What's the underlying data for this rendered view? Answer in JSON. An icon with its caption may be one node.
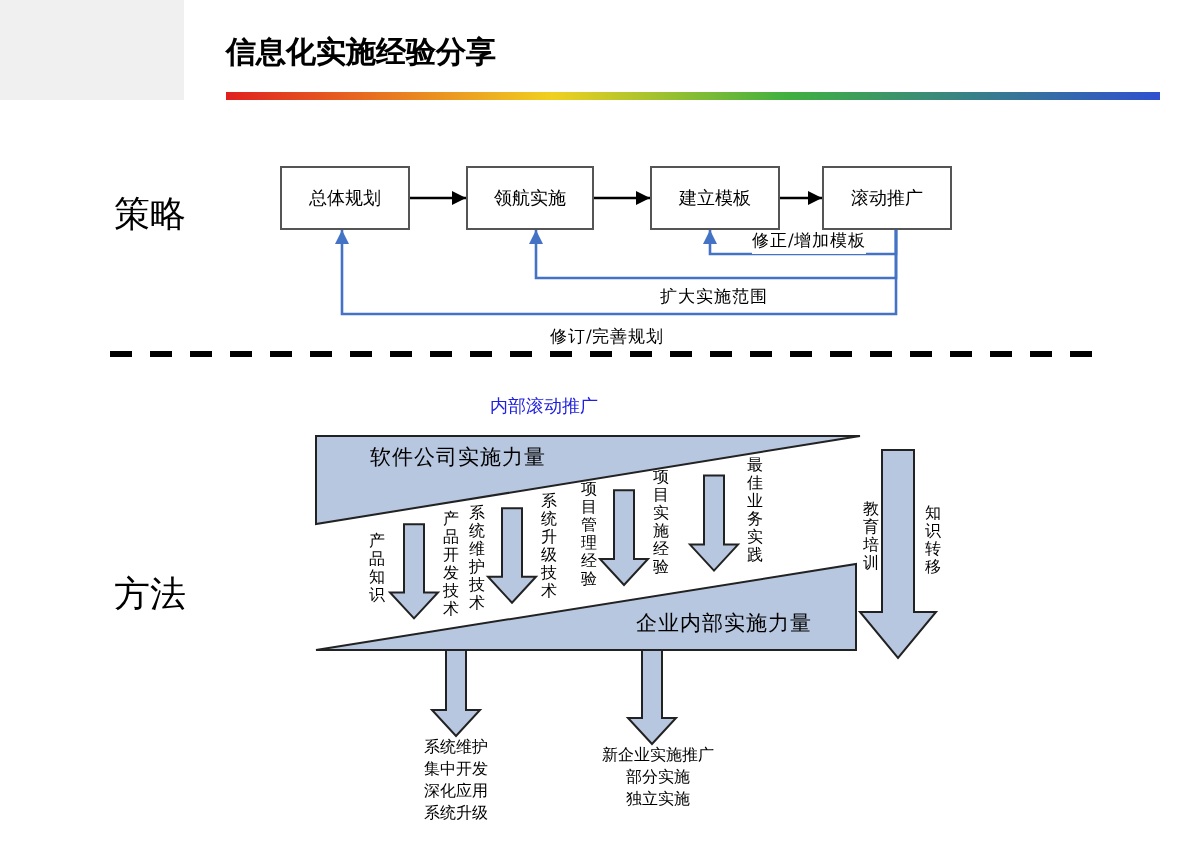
{
  "diagram": {
    "title": "信息化实施经验分享",
    "nodes": [
      {
        "text": [
          "总体规划"
        ]
      },
      {
        "text": [
          "领航实施"
        ]
      },
      {
        "text": [
          "建立模板"
        ]
      },
      {
        "text": [
          "滚动推广"
        ]
      },
      {
        "text": [
          "软件公司实施力量"
        ]
      },
      {
        "text": [
          "企业内部实施力量"
        ]
      },
      {
        "text": [
          "系统维护集中开发深化应用系统升级"
        ]
      },
      {
        "text": [
          "新企业实施推广",
          "部分实施",
          "独立实施"
        ]
      }
    ],
    "edges": [
      {
        "from": 0,
        "to": 1,
        "arrow": "to",
        "color": "#000000"
      },
      {
        "from": 1,
        "to": 2,
        "arrow": "to",
        "color": "#000000"
      },
      {
        "from": 2,
        "to": 3,
        "arrow": "to",
        "color": "#000000"
      },
      {
        "from": 3,
        "to": 2,
        "arrow": "to",
        "label": "修正/增加模板",
        "color": "#4472c4"
      },
      {
        "from": 3,
        "to": 1,
        "arrow": "to",
        "label": "扩大实施范围",
        "color": "#4472c4"
      },
      {
        "from": 3,
        "to": 0,
        "arrow": "to",
        "label": "修订/完善规划",
        "color": "#4472c4"
      },
      {
        "from": 4,
        "to": 5,
        "arrow": "to",
        "style": "thick",
        "color": "#b8c7e0"
      },
      {
        "from": 4,
        "to": 5,
        "arrow": "to",
        "style": "thick",
        "color": "#b8c7e0"
      },
      {
        "from": 4,
        "to": 5,
        "arrow": "to",
        "style": "thick",
        "color": "#b8c7e0"
      },
      {
        "from": 4,
        "to": 5,
        "arrow": "to",
        "style": "thick",
        "color": "#b8c7e0"
      },
      {
        "from": 5,
        "to": 6,
        "arrow": "to",
        "style": "thick",
        "color": "#b8c7e0"
      },
      {
        "from": 5,
        "to": 7,
        "arrow": "to",
        "style": "thick",
        "color": "#b8c7e0"
      },
      {
        "from": 4,
        "to": 5,
        "arrow": "to",
        "style": "thick",
        "color": "#b8c7e0"
      }
    ],
    "labels": [
      "策略",
      "方法",
      "内部滚动推广",
      "产品知识",
      "产品开发技术",
      "系统维护技术",
      "系统升级技术",
      "项目管理经验",
      "项目实施经验",
      "最佳业务实践",
      "教育培训",
      "知识转移"
    ]
  }
}
